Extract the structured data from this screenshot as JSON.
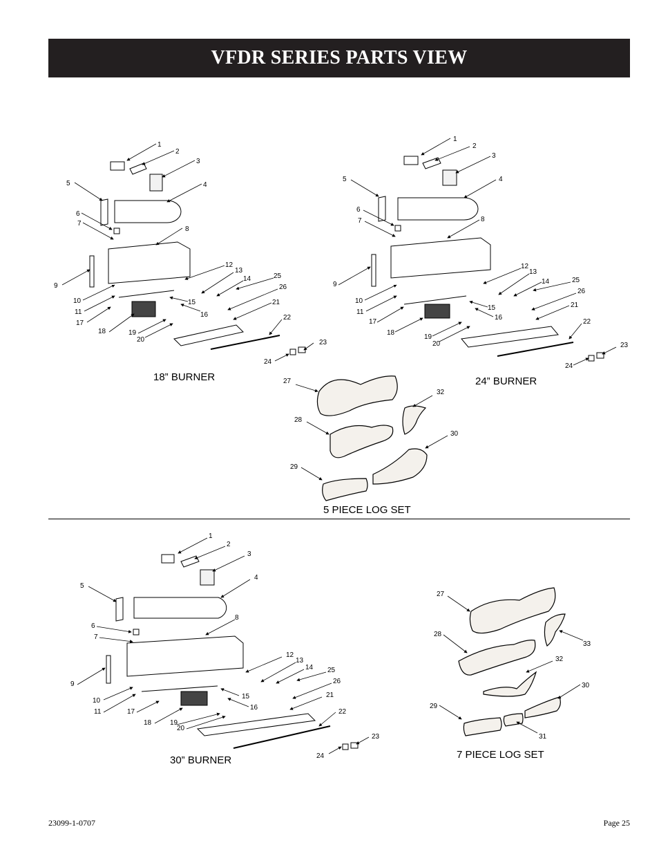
{
  "title": "VFDR SERIES PARTS VIEW",
  "diagrams": {
    "burner18_label": "18” BURNER",
    "burner24_label": "24” BURNER",
    "burner30_label": "30” BURNER",
    "log5_label": "5 PIECE LOG SET",
    "log7_label": "7 PIECE LOG SET"
  },
  "part_numbers": [
    "1",
    "2",
    "3",
    "4",
    "5",
    "6",
    "7",
    "8",
    "9",
    "10",
    "11",
    "12",
    "13",
    "14",
    "15",
    "16",
    "17",
    "18",
    "19",
    "20",
    "21",
    "22",
    "23",
    "24",
    "25",
    "26",
    "27",
    "28",
    "29",
    "30",
    "31",
    "32",
    "33"
  ],
  "footer": {
    "doc_number": "23099-1-0707",
    "page": "Page 25"
  }
}
